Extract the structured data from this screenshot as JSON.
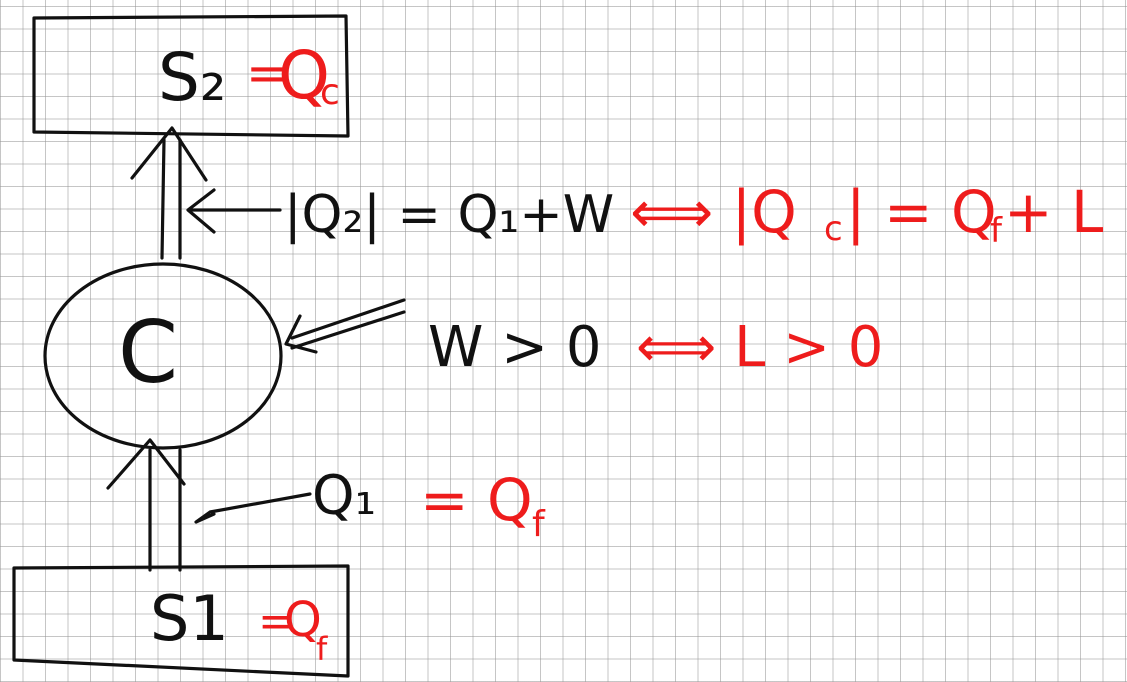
{
  "diagram": {
    "hot_reservoir": {
      "label": "S₂",
      "equals": "=",
      "equiv": "Q",
      "equiv_sub": "c"
    },
    "cold_reservoir": {
      "label": "S1",
      "equals": "=",
      "equiv": "Q",
      "equiv_sub": "f"
    },
    "machine": {
      "label": "C"
    },
    "heat_out": {
      "lhs": "|Q₂| = Q₁+W",
      "red_eq": "⟺ |Q",
      "red_sub1": "c",
      "red_mid": "| = Q",
      "red_sub2": "f",
      "red_end": " + L"
    },
    "work_in": {
      "lhs": "W > 0",
      "red": "⟺  L > 0"
    },
    "heat_in": {
      "lhs": "Q₁",
      "red": "= Q",
      "red_sub": "f"
    }
  },
  "colors": {
    "ink": "#111111",
    "red_ink": "#ee1c1c",
    "grid": "#969696",
    "paper": "#ffffff"
  }
}
